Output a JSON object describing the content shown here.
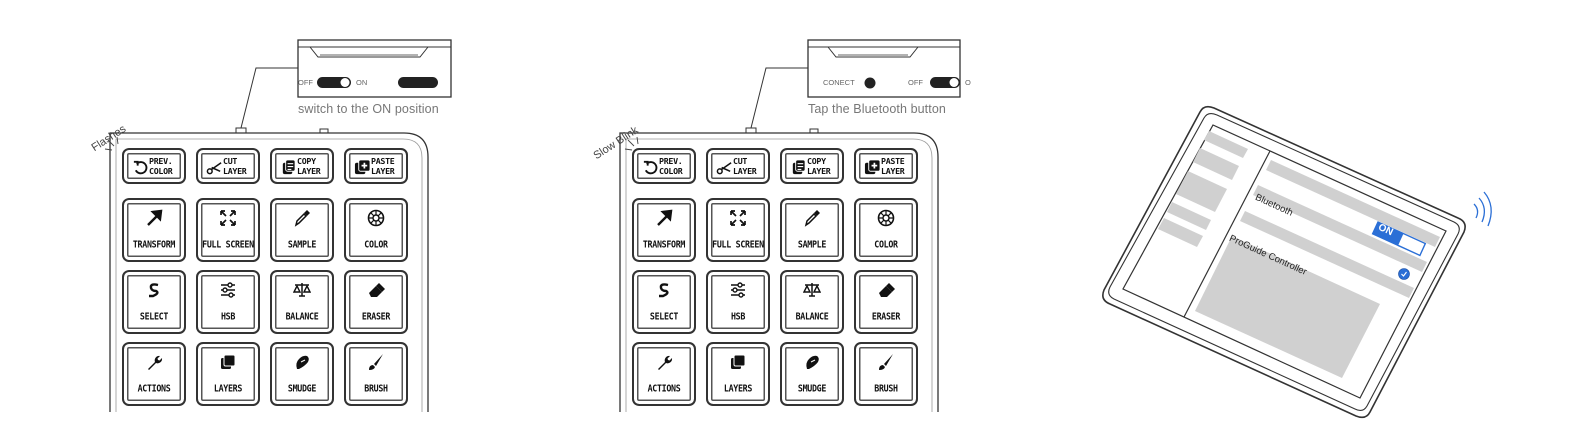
{
  "panels": [
    {
      "status_label": "Flashes",
      "caption": "switch to the ON position",
      "switch_off": "OFF",
      "switch_on": "ON"
    },
    {
      "status_label": "Slow Blink",
      "caption": "Tap the Bluetooth button",
      "connect_label": "CONECT",
      "switch_off": "OFF",
      "switch_on": "O"
    }
  ],
  "keys": [
    {
      "label1": "PREV.",
      "label2": "COLOR",
      "icon": "undo-icon"
    },
    {
      "label1": "CUT",
      "label2": "LAYER",
      "icon": "scissors-icon"
    },
    {
      "label1": "COPY",
      "label2": "LAYER",
      "icon": "copy-icon"
    },
    {
      "label1": "PASTE",
      "label2": "LAYER",
      "icon": "paste-icon"
    },
    {
      "label": "TRANSFORM",
      "icon": "arrow-icon"
    },
    {
      "label": "FULL SCREEN",
      "icon": "expand-icon"
    },
    {
      "label": "SAMPLE",
      "icon": "eyedropper-icon"
    },
    {
      "label": "COLOR",
      "icon": "color-wheel-icon"
    },
    {
      "label": "SELECT",
      "icon": "select-icon"
    },
    {
      "label": "HSB",
      "icon": "sliders-icon"
    },
    {
      "label": "BALANCE",
      "icon": "scales-icon"
    },
    {
      "label": "ERASER",
      "icon": "eraser-icon"
    },
    {
      "label": "ACTIONS",
      "icon": "wrench-icon"
    },
    {
      "label": "LAYERS",
      "icon": "layers-icon"
    },
    {
      "label": "SMUDGE",
      "icon": "smudge-icon"
    },
    {
      "label": "BRUSH",
      "icon": "brush-icon"
    }
  ],
  "tablet": {
    "bluetooth_label": "Bluetooth",
    "toggle_label": "ON",
    "device_label": "ProGuide Controller",
    "accent": "#2b6fd6",
    "signal_icon": "wireless-signal-icon"
  }
}
